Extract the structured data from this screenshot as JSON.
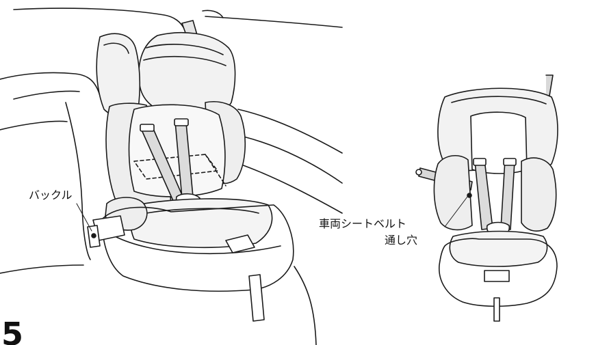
{
  "step_number": "5",
  "labels": {
    "buckle": "バックル",
    "belt_hole_line1": "車両シートベルト",
    "belt_hole_line2": "通し穴"
  }
}
